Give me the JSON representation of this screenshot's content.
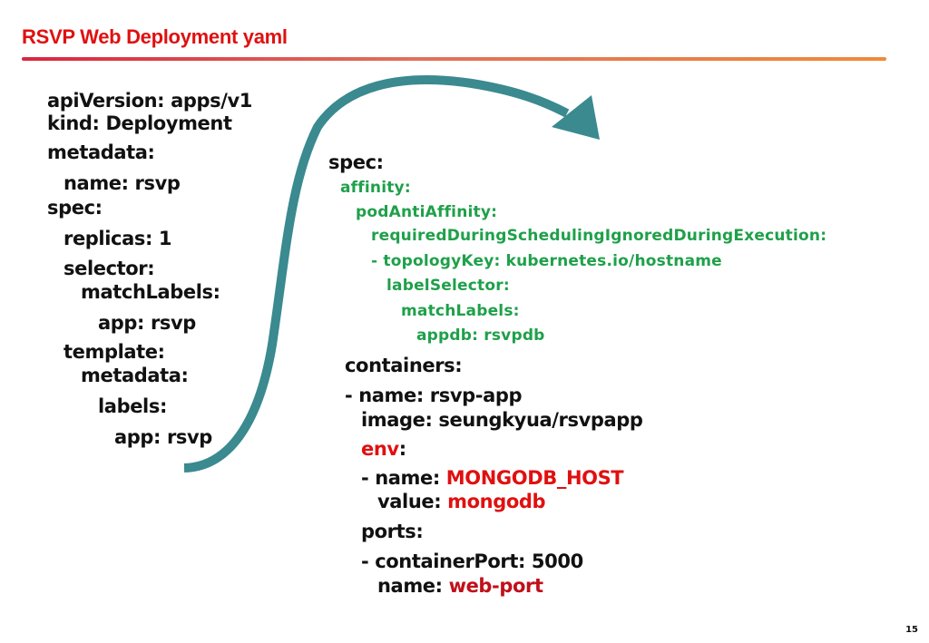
{
  "title": "RSVP Web Deployment yaml",
  "page_number": "15",
  "colors": {
    "title": "#e01010",
    "arrow": "#3a8a90",
    "highlight_green": "#1fa04a",
    "highlight_red": "#e01010"
  },
  "left_yaml": {
    "lines": [
      "apiVersion: apps/v1",
      "kind: Deployment",
      "metadata:",
      "name: rsvp",
      "spec:",
      "replicas: 1",
      "selector:",
      "matchLabels:",
      "app: rsvp",
      "template:",
      "metadata:",
      "labels:",
      "app: rsvp"
    ]
  },
  "right_yaml": {
    "spec": "spec:",
    "affinity": "affinity:",
    "pod_anti_affinity": "podAntiAffinity:",
    "required": "requiredDuringSchedulingIgnoredDuringExecution:",
    "topology_key": "- topologyKey: kubernetes.io/hostname",
    "label_selector": "labelSelector:",
    "match_labels": "matchLabels:",
    "appdb": "appdb: rsvpdb",
    "containers": "containers:",
    "container_name": "- name: rsvp-app",
    "image": "image: seungkyua/rsvpapp",
    "env_key": "env",
    "env_colon": ":",
    "env_name_key": "- name: ",
    "env_name_value": "MONGODB_HOST",
    "env_value_key": "value: ",
    "env_value_value": "mongodb",
    "ports": "ports:",
    "container_port": "- containerPort: 5000",
    "port_name_key": "name: ",
    "port_name_value": "web-port"
  }
}
